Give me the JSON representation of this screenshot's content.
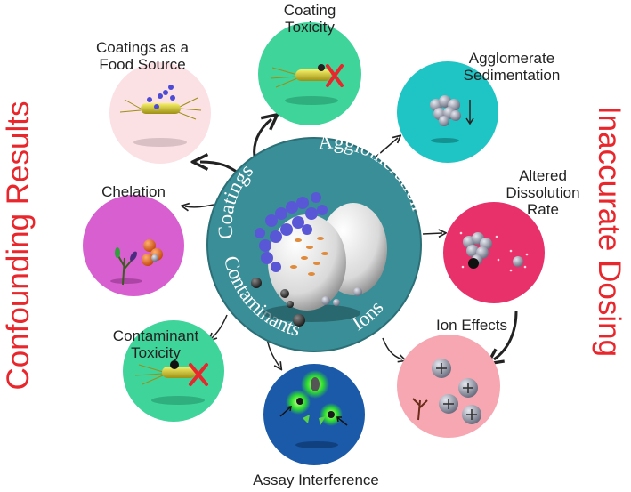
{
  "side_titles": {
    "left": "Confounding Results",
    "right": "Inaccurate Dosing"
  },
  "center": {
    "words": [
      "Coatings",
      "Agglomeration",
      "Contaminants",
      "Ions"
    ]
  },
  "nodes": {
    "food_source": {
      "label_lines": [
        "Coatings as a",
        "Food Source"
      ]
    },
    "coating_toxicity": {
      "label_lines": [
        "Coating",
        "Toxicity"
      ]
    },
    "sedimentation": {
      "label_lines": [
        "Agglomerate",
        "Sedimentation"
      ]
    },
    "dissolution": {
      "label_lines": [
        "Altered",
        "Dissolution",
        "Rate"
      ]
    },
    "ion_effects": {
      "label_lines": [
        "Ion Effects"
      ]
    },
    "assay_interference": {
      "label_lines": [
        "Assay Interference"
      ]
    },
    "contaminant_toxicity": {
      "label_lines": [
        "Contaminant",
        "Toxicity"
      ]
    },
    "chelation": {
      "label_lines": [
        "Chelation"
      ]
    }
  },
  "colors": {
    "title_red": "#e8262b",
    "center_teal": "#3a8e97",
    "food_source": "#fbe0e4",
    "coating_toxicity": "#3fd49a",
    "sedimentation": "#1fc4c4",
    "dissolution": "#e8306a",
    "ion_effects": "#f6a7b1",
    "assay_interference": "#1a5aa8",
    "contaminant_toxicity": "#3fd49a",
    "chelation": "#d85fd0"
  }
}
